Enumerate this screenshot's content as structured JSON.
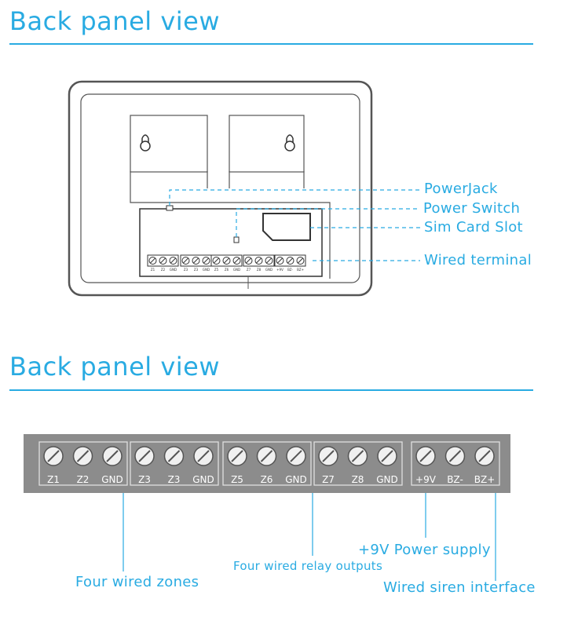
{
  "sections": [
    {
      "title": "Back panel view"
    },
    {
      "title": "Back panel view"
    }
  ],
  "top_callouts": {
    "power_jack": "PowerJack",
    "power_switch": "Power Switch",
    "sim_card_slot": "Sim Card Slot",
    "wired_terminal": "Wired terminal"
  },
  "terminal_labels": [
    "Z1",
    "Z2",
    "GND",
    "Z3",
    "Z3",
    "GND",
    "Z5",
    "Z6",
    "GND",
    "Z7",
    "Z8",
    "GND",
    "+9V",
    "BZ-",
    "BZ+"
  ],
  "bottom_callouts": {
    "power_supply": "+9V Power supply",
    "relay_outputs": "Four wired relay outputs",
    "wired_zones": "Four wired zones",
    "siren_interface": "Wired siren interface"
  },
  "colors": {
    "accent": "#29abe2",
    "terminal_block": "#8c8c8c",
    "outline": "#555555"
  }
}
